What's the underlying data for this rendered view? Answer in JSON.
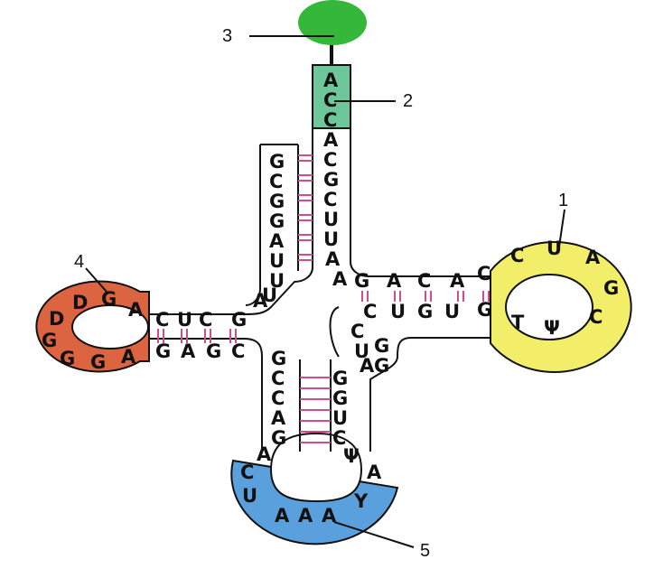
{
  "colors": {
    "amino_acid": "#35b83a",
    "acceptor_end": "#6ec79a",
    "anticodon_loop": "#5aa0dc",
    "d_loop": "#dc6440",
    "t_loop": "#f2ee6a",
    "outline": "#111111",
    "base_pairs": "#d04c8c"
  },
  "callouts": [
    "1",
    "2",
    "3",
    "4",
    "5"
  ],
  "acceptor_stem": {
    "end_letters": [
      "A",
      "C",
      "C"
    ],
    "right_strand": [
      "A",
      "C",
      "G",
      "C",
      "U",
      "U",
      "A",
      "A"
    ],
    "left_strand": [
      "G",
      "C",
      "G",
      "G",
      "A",
      "U",
      "U",
      "U",
      "A"
    ]
  },
  "t_arm": {
    "top_strand": [
      "G",
      "A",
      "C",
      "A",
      "C"
    ],
    "loop": [
      "C",
      "U",
      "A",
      "G",
      "C",
      "Ψ",
      "T"
    ],
    "bottom_strand": [
      "G",
      "U",
      "G",
      "U",
      "C"
    ]
  },
  "d_arm": {
    "top_strand": [
      "C",
      "U",
      "C",
      "G"
    ],
    "loop": [
      "A",
      "G",
      "D",
      "D",
      "G",
      "G",
      "G",
      "A"
    ],
    "bottom_strand": [
      "G",
      "A",
      "G",
      "C"
    ]
  },
  "variable_region": [
    "C",
    "U",
    "G",
    "A",
    "G"
  ],
  "anticodon_arm": {
    "left_strand": [
      "G",
      "C",
      "C",
      "A",
      "G",
      "A"
    ],
    "right_strand": [
      "G",
      "G",
      "U",
      "C"
    ],
    "loop": [
      "C",
      "U",
      "A",
      "A",
      "A",
      "Y",
      "A",
      "Ψ"
    ]
  }
}
